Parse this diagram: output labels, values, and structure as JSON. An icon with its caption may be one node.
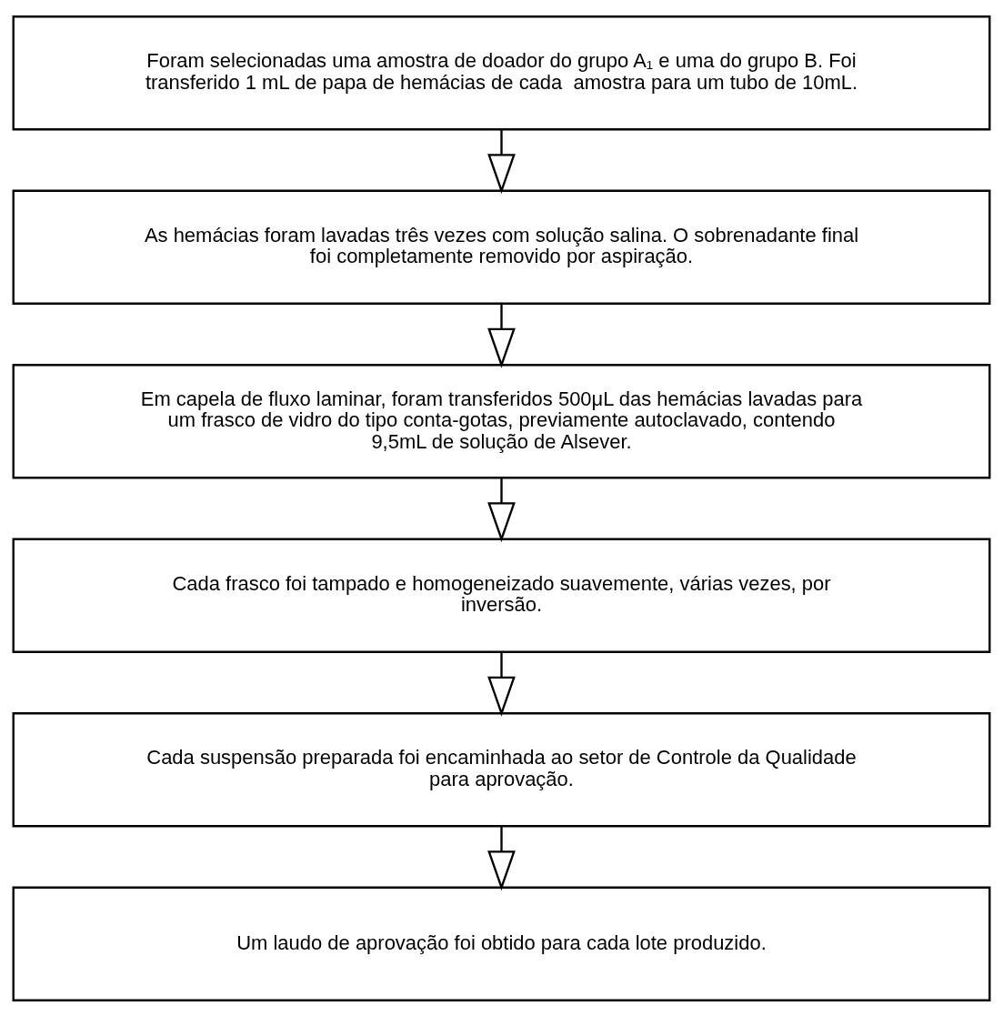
{
  "diagram": {
    "nodes": [
      {
        "text": [
          "Foram selecionadas uma amostra de doador do grupo A₁ e uma do grupo B. Foi transferido 1 mL de papa de hemácias de cada  amostra para um tubo de 10mL."
        ]
      },
      {
        "text": [
          "As hemácias foram lavadas três vezes com solução salina. O sobrenadante final foi completamente removido por aspiração."
        ]
      },
      {
        "text": [
          "Em capela de fluxo laminar, foram transferidos 500μL das hemácias lavadas para um frasco de vidro do tipo conta-gotas, previamente autoclavado, contendo 9,5mL de solução de Alsever."
        ]
      },
      {
        "text": [
          "Cada frasco foi tampado e homogeneizado suavemente, várias vezes, por inversão."
        ]
      },
      {
        "text": [
          "Cada suspensão preparada foi encaminhada ao setor de Controle da Qualidade para aprovação."
        ]
      },
      {
        "text": [
          "Um laudo de aprovação foi obtido para cada lote produzido."
        ]
      }
    ],
    "edges": [
      {
        "from": 0,
        "to": 1,
        "arrow": "to"
      },
      {
        "from": 1,
        "to": 2,
        "arrow": "to"
      },
      {
        "from": 2,
        "to": 3,
        "arrow": "to"
      },
      {
        "from": 3,
        "to": 4,
        "arrow": "to"
      },
      {
        "from": 4,
        "to": 5,
        "arrow": "to"
      }
    ]
  }
}
